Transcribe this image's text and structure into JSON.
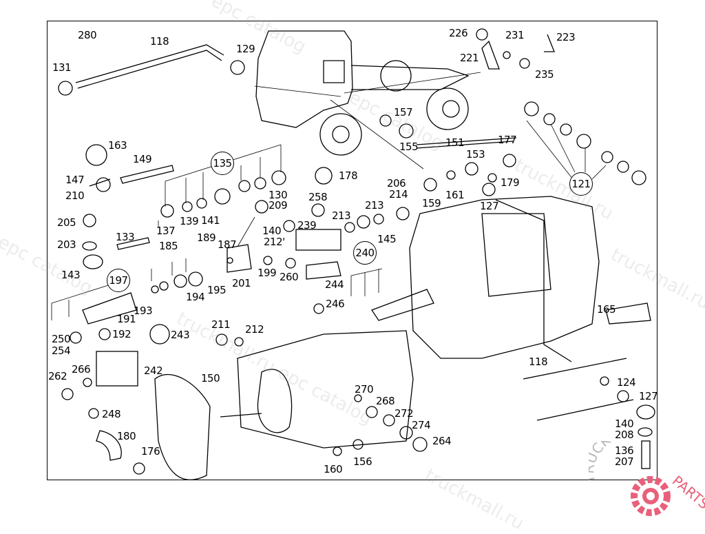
{
  "labels": [
    "280",
    "118",
    "131",
    "129",
    "226",
    "231",
    "223",
    "221",
    "235",
    "163",
    "149",
    "157",
    "155",
    "151",
    "177",
    "153",
    "147",
    "210",
    "178",
    "206",
    "214",
    "179",
    "130",
    "209",
    "258",
    "213",
    "213",
    "159",
    "161",
    "127",
    "205",
    "137",
    "139",
    "141",
    "140",
    "239",
    "145",
    "203",
    "133",
    "185",
    "189",
    "187",
    "212'",
    "143",
    "201",
    "199",
    "260",
    "194",
    "195",
    "244",
    "246",
    "191",
    "193",
    "165",
    "250",
    "254",
    "192",
    "211",
    "212",
    "243",
    "118",
    "262",
    "266",
    "242",
    "150",
    "124",
    "127",
    "270",
    "268",
    "272",
    "274",
    "248",
    "140",
    "208",
    "180",
    "264",
    "176",
    "136",
    "207",
    "160",
    "156"
  ],
  "circled_labels": [
    "135",
    "121",
    "240",
    "197"
  ],
  "watermarks": [
    "epc catalog",
    "truckmall.ru",
    "epc catalog",
    "truckmall.ru epc catalog",
    "truckmall.ru",
    "epc catalog",
    "truckmall.ru"
  ],
  "logo": {
    "text": "TRUCKMALLPARTS",
    "color": "#e8607a"
  }
}
